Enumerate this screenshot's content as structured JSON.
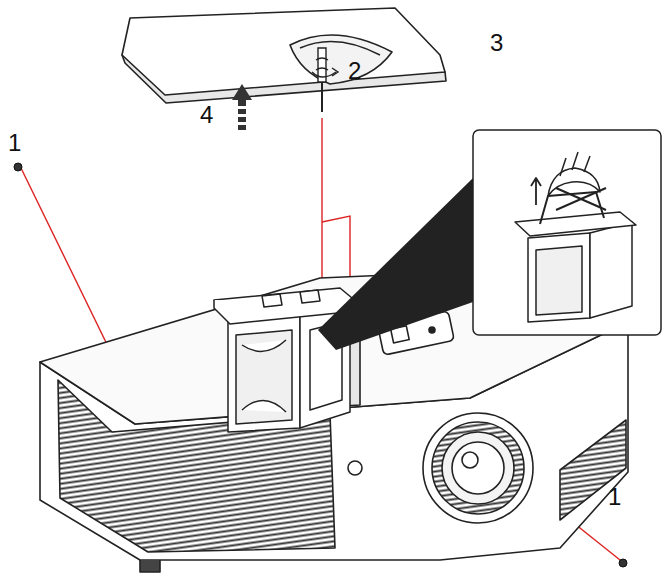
{
  "diagram": {
    "labels": [
      "3",
      "2",
      "4",
      "1",
      "1"
    ]
  }
}
